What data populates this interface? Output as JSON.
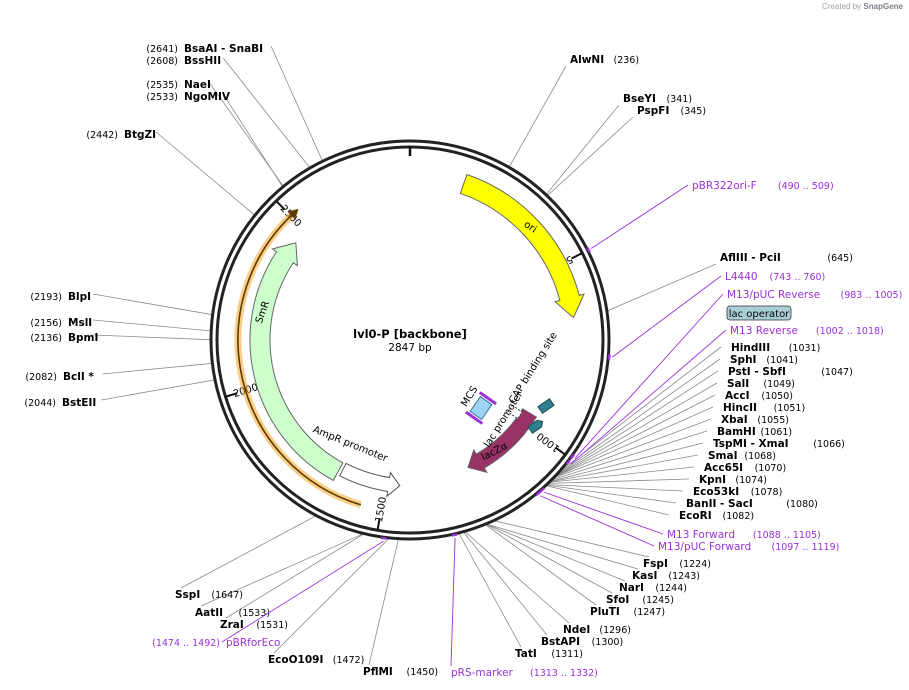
{
  "watermark": {
    "prefix": "Created by",
    "brand": "SnapGene"
  },
  "plasmid": {
    "name": "lvl0-P [backbone]",
    "size": "2847 bp",
    "length": 2847
  },
  "colors": {
    "ori": "#ffff00",
    "smr": "#ccffcc",
    "lacz": "#993366",
    "primer": "#9b30d9",
    "orangeArc": "#f5a623",
    "capSite": "#2f7f8f",
    "mcs": "#9fd3f5"
  },
  "ticks": [
    {
      "pos": 500,
      "label": "500"
    },
    {
      "pos": 1000,
      "label": "1000"
    },
    {
      "pos": 1500,
      "label": "1500"
    },
    {
      "pos": 2000,
      "label": "2000"
    },
    {
      "pos": 2500,
      "label": "2500"
    }
  ],
  "features": [
    {
      "name": "ori",
      "start": 150,
      "end": 650,
      "dir": 1,
      "color": "#ffff00",
      "label": "ori"
    },
    {
      "name": "smr",
      "start": 1650,
      "end": 2455,
      "dir": 1,
      "color": "#ccffcc",
      "label": "SmR"
    },
    {
      "name": "lacz",
      "start": 960,
      "end": 1230,
      "dir": 1,
      "color": "#993366",
      "label": "lacZα"
    },
    {
      "name": "ampr-promoter",
      "start": 1640,
      "end": 1455,
      "dir": -1,
      "color": "#ffffff",
      "label": "AmpR promoter"
    }
  ],
  "innerLabels": [
    {
      "name": "mcs",
      "text": "MCS"
    },
    {
      "name": "cap",
      "text": "CAP binding site"
    },
    {
      "name": "lacp",
      "text": "lac promoter"
    },
    {
      "name": "lacop",
      "text": "lac operator"
    }
  ],
  "enzymes": [
    {
      "name": "BsaAI",
      "extra": "- SnaBI",
      "pos": "(2641)",
      "site": 2641
    },
    {
      "name": "BssHII",
      "extra": "",
      "pos": "(2608)",
      "site": 2608
    },
    {
      "name": "NaeI",
      "extra": "",
      "pos": "(2535)",
      "site": 2535
    },
    {
      "name": "NgoMIV",
      "extra": "",
      "pos": "(2533)",
      "site": 2533
    },
    {
      "name": "BtgZI",
      "extra": "",
      "pos": "(2442)",
      "site": 2442
    },
    {
      "name": "BlpI",
      "extra": "",
      "pos": "(2193)",
      "site": 2193
    },
    {
      "name": "MslI",
      "extra": "",
      "pos": "(2156)",
      "site": 2156
    },
    {
      "name": "BpmI",
      "extra": "",
      "pos": "(2136)",
      "site": 2136
    },
    {
      "name": "BclI *",
      "extra": "",
      "pos": "(2082)",
      "site": 2082
    },
    {
      "name": "BstEII",
      "extra": "",
      "pos": "(2044)",
      "site": 2044
    },
    {
      "name": "AlwNI",
      "extra": "",
      "pos": "(236)",
      "site": 236
    },
    {
      "name": "BseYI",
      "extra": "",
      "pos": "(341)",
      "site": 341
    },
    {
      "name": "PspFI",
      "extra": "",
      "pos": "(345)",
      "site": 345
    },
    {
      "name": "AflIII",
      "extra": "- PciI",
      "pos": "(645)",
      "site": 645
    },
    {
      "name": "HindIII",
      "extra": "",
      "pos": "(1031)",
      "site": 1031
    },
    {
      "name": "SphI",
      "extra": "",
      "pos": "(1041)",
      "site": 1041
    },
    {
      "name": "PstI",
      "extra": "- SbfI",
      "pos": "(1047)",
      "site": 1047
    },
    {
      "name": "SalI",
      "extra": "",
      "pos": "(1049)",
      "site": 1049
    },
    {
      "name": "AccI",
      "extra": "",
      "pos": "(1050)",
      "site": 1050
    },
    {
      "name": "HincII",
      "extra": "",
      "pos": "(1051)",
      "site": 1051
    },
    {
      "name": "XbaI",
      "extra": "",
      "pos": "(1055)",
      "site": 1055
    },
    {
      "name": "BamHI",
      "extra": "",
      "pos": "(1061)",
      "site": 1061
    },
    {
      "name": "TspMI",
      "extra": "- XmaI",
      "pos": "(1066)",
      "site": 1066
    },
    {
      "name": "SmaI",
      "extra": "",
      "pos": "(1068)",
      "site": 1068
    },
    {
      "name": "Acc65I",
      "extra": "",
      "pos": "(1070)",
      "site": 1070
    },
    {
      "name": "KpnI",
      "extra": "",
      "pos": "(1074)",
      "site": 1074
    },
    {
      "name": "Eco53kI",
      "extra": "",
      "pos": "(1078)",
      "site": 1078
    },
    {
      "name": "BanII",
      "extra": "- SacI",
      "pos": "(1080)",
      "site": 1080
    },
    {
      "name": "EcoRI",
      "extra": "",
      "pos": "(1082)",
      "site": 1082
    },
    {
      "name": "FspI",
      "extra": "",
      "pos": "(1224)",
      "site": 1224
    },
    {
      "name": "KasI",
      "extra": "",
      "pos": "(1243)",
      "site": 1243
    },
    {
      "name": "NarI",
      "extra": "",
      "pos": "(1244)",
      "site": 1244
    },
    {
      "name": "SfoI",
      "extra": "",
      "pos": "(1245)",
      "site": 1245
    },
    {
      "name": "PluTI",
      "extra": "",
      "pos": "(1247)",
      "site": 1247
    },
    {
      "name": "NdeI",
      "extra": "",
      "pos": "(1296)",
      "site": 1296
    },
    {
      "name": "BstAPI",
      "extra": "",
      "pos": "(1300)",
      "site": 1300
    },
    {
      "name": "TatI",
      "extra": "",
      "pos": "(1311)",
      "site": 1311
    },
    {
      "name": "PflMI",
      "extra": "",
      "pos": "(1450)",
      "site": 1450
    },
    {
      "name": "EcoO109I",
      "extra": "",
      "pos": "(1472)",
      "site": 1472
    },
    {
      "name": "ZraI",
      "extra": "",
      "pos": "(1531)",
      "site": 1531
    },
    {
      "name": "AatII",
      "extra": "",
      "pos": "(1533)",
      "site": 1533
    },
    {
      "name": "SspI",
      "extra": "",
      "pos": "(1647)",
      "site": 1647
    }
  ],
  "primers": [
    {
      "name": "pBR322ori-F",
      "range": "(490 .. 509)",
      "site": 500
    },
    {
      "name": "L4440",
      "range": "(743 .. 760)",
      "site": 750
    },
    {
      "name": "M13/pUC Reverse",
      "range": "(983 .. 1005)",
      "site": 994
    },
    {
      "name": "M13 Reverse",
      "range": "(1002 .. 1018)",
      "site": 1010
    },
    {
      "name": "M13 Forward",
      "range": "(1088 .. 1105)",
      "site": 1096
    },
    {
      "name": "M13/pUC Forward",
      "range": "(1097 .. 1119)",
      "site": 1108
    },
    {
      "name": "pRS-marker",
      "range": "(1313 .. 1332)",
      "site": 1322
    },
    {
      "name": "pBRforEco",
      "range": "(1474 .. 1492)",
      "site": 1483
    }
  ]
}
